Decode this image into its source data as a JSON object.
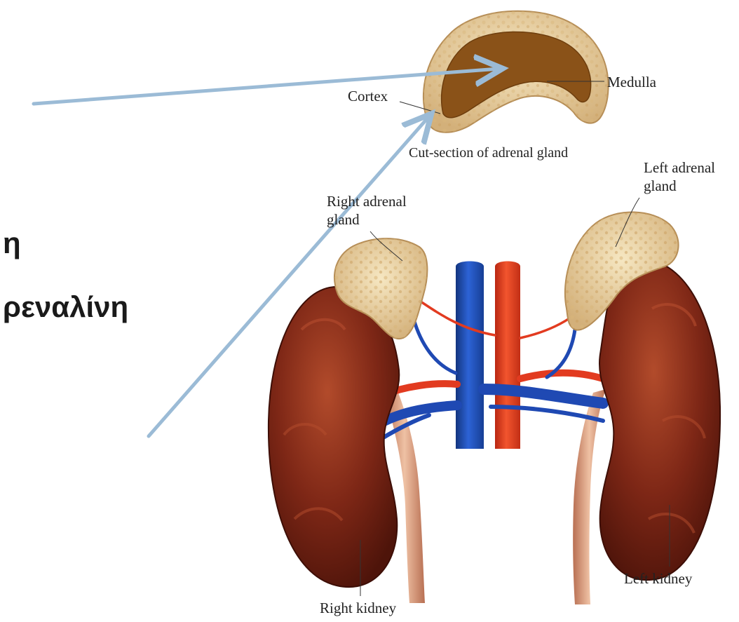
{
  "slide_text": {
    "line1_fragment": "η",
    "line2_fragment": "ρεναλίνη"
  },
  "labels": {
    "medulla": "Medulla",
    "cortex": "Cortex",
    "cut_section": "Cut-section of adrenal gland",
    "left_adrenal_line1": "Left adrenal",
    "left_adrenal_line2": "gland",
    "right_adrenal_line1": "Right adrenal",
    "right_adrenal_line2": "gland",
    "left_kidney": "Left kidney",
    "right_kidney": "Right kidney"
  },
  "colors": {
    "arrow": "#9bbbd6",
    "kidney": "#7a2414",
    "kidney_highlight": "#a8452a",
    "adrenal": "#ecd7a6",
    "adrenal_dark": "#c9a367",
    "medulla": "#8a5218",
    "vein": "#1f49b3",
    "artery": "#e23b20",
    "ureter": "#d99a7a"
  }
}
